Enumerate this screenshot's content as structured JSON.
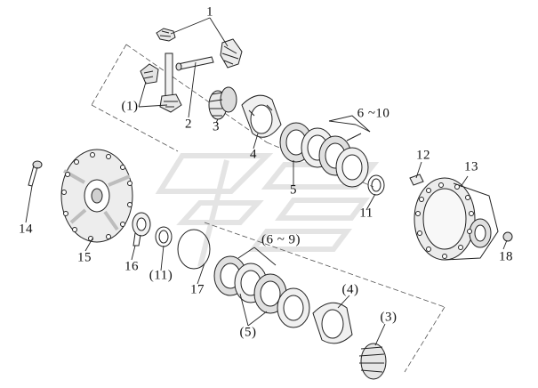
{
  "labels": {
    "l1": "1",
    "l1p": "(1)",
    "l2": "2",
    "l3": "3",
    "l4": "4",
    "l5": "5",
    "l6_10": "6 ~10",
    "l11": "11",
    "l12": "12",
    "l13": "13",
    "l14": "14",
    "l15": "15",
    "l16": "16",
    "l11p": "(11)",
    "l17": "17",
    "l6_9p": "(6 ~ 9)",
    "l5p": "(5)",
    "l4p": "(4)",
    "l3p": "(3)",
    "l18": "18"
  },
  "colors": {
    "ink": "#222222",
    "shade": "#9a9a9a",
    "watermark": "#e6e6e6"
  }
}
